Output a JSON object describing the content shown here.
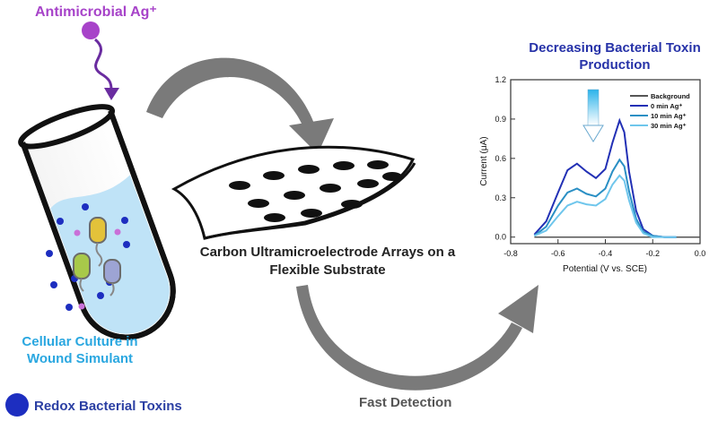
{
  "labels": {
    "antimicrobial": "Antimicrobial Ag⁺",
    "culture": "Cellular Culture in Wound Simulant",
    "legend": "Redox Bacterial Toxins",
    "array": "Carbon Ultramicroelectrode Arrays on a Flexible Substrate",
    "fast_detection": "Fast Detection"
  },
  "colors": {
    "ag": "#a743c9",
    "toxin": "#1d2ec0",
    "culture_liquid": "#bfe3f7",
    "arrow": "#7a7a7a"
  },
  "chart_data": {
    "type": "line",
    "title": "Decreasing Bacterial Toxin Production",
    "xlabel": "Potential (V vs. SCE)",
    "ylabel": "Current (μA)",
    "xlim": [
      -0.8,
      0.0
    ],
    "ylim": [
      -0.05,
      1.2
    ],
    "xticks": [
      -0.8,
      -0.6,
      -0.4,
      -0.2,
      0.0
    ],
    "yticks": [
      0.0,
      0.3,
      0.6,
      0.9,
      1.2
    ],
    "legend_position": "top-right",
    "series": [
      {
        "name": "Background",
        "color": "#555555",
        "x": [
          -0.7,
          -0.6,
          -0.5,
          -0.4,
          -0.3,
          -0.2,
          -0.1,
          0.0
        ],
        "y": [
          0.0,
          0.0,
          0.0,
          0.0,
          0.0,
          0.0,
          0.0,
          0.0
        ]
      },
      {
        "name": "0 min Ag⁺",
        "color": "#2230b5",
        "x": [
          -0.7,
          -0.65,
          -0.6,
          -0.56,
          -0.52,
          -0.48,
          -0.44,
          -0.4,
          -0.37,
          -0.34,
          -0.32,
          -0.3,
          -0.27,
          -0.24,
          -0.2,
          -0.15,
          -0.1
        ],
        "y": [
          0.02,
          0.12,
          0.34,
          0.51,
          0.56,
          0.5,
          0.45,
          0.52,
          0.72,
          0.89,
          0.8,
          0.5,
          0.2,
          0.06,
          0.01,
          0.0,
          0.0
        ]
      },
      {
        "name": "10 min Ag⁺",
        "color": "#2a8fc4",
        "x": [
          -0.7,
          -0.65,
          -0.6,
          -0.56,
          -0.52,
          -0.48,
          -0.44,
          -0.4,
          -0.37,
          -0.34,
          -0.32,
          -0.3,
          -0.27,
          -0.24,
          -0.2,
          -0.15,
          -0.1
        ],
        "y": [
          0.01,
          0.08,
          0.24,
          0.34,
          0.37,
          0.33,
          0.31,
          0.37,
          0.5,
          0.59,
          0.54,
          0.35,
          0.14,
          0.04,
          0.01,
          0.0,
          0.0
        ]
      },
      {
        "name": "30 min Ag⁺",
        "color": "#6fc6ec",
        "x": [
          -0.7,
          -0.65,
          -0.6,
          -0.56,
          -0.52,
          -0.48,
          -0.44,
          -0.4,
          -0.37,
          -0.34,
          -0.32,
          -0.3,
          -0.27,
          -0.24,
          -0.2,
          -0.15,
          -0.1
        ],
        "y": [
          0.01,
          0.05,
          0.16,
          0.24,
          0.27,
          0.25,
          0.24,
          0.29,
          0.4,
          0.47,
          0.43,
          0.28,
          0.11,
          0.03,
          0.0,
          0.0,
          0.0
        ]
      }
    ]
  }
}
